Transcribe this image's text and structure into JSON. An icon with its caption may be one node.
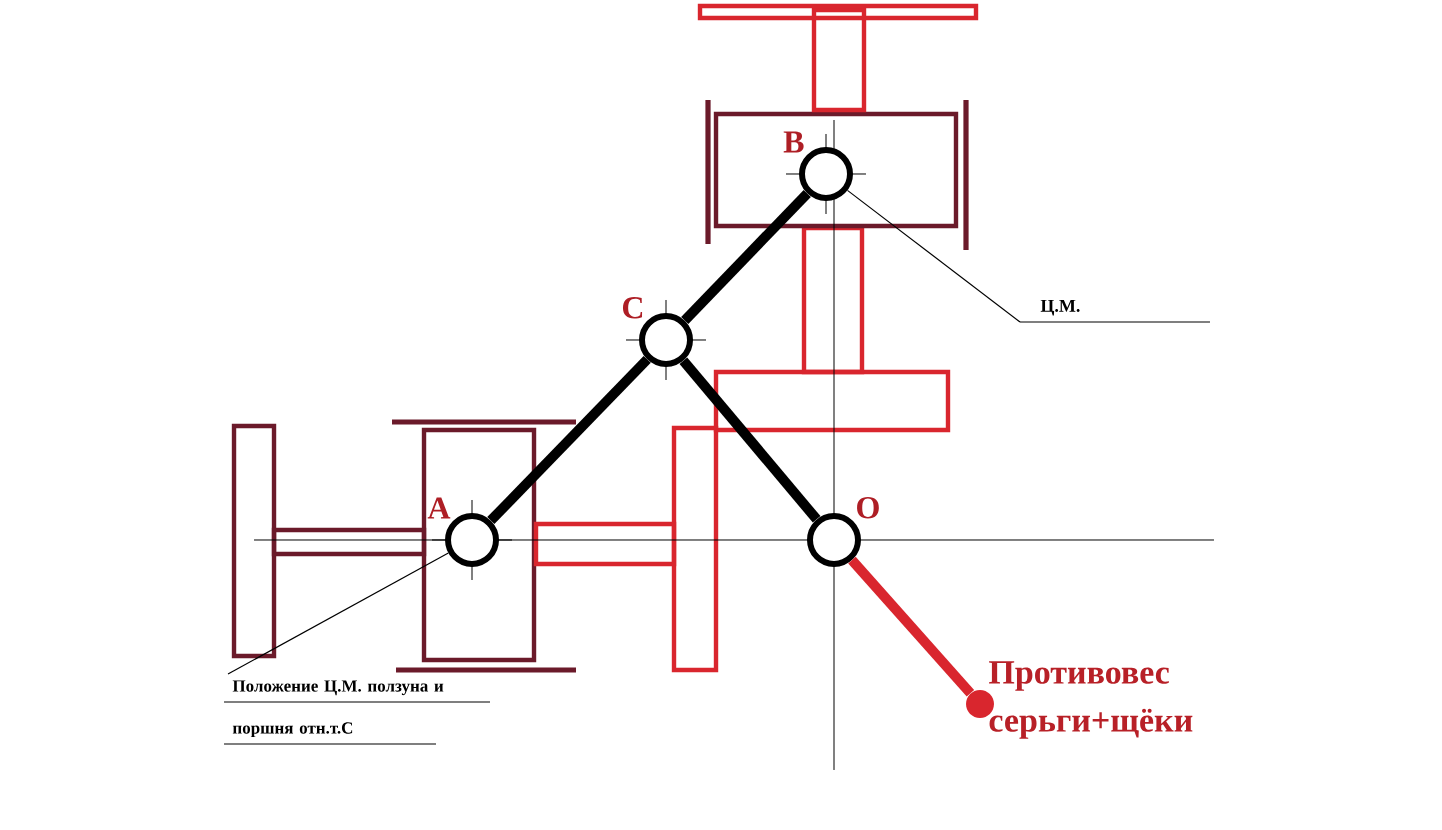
{
  "diagram": {
    "nodes": [
      {
        "text": [
          "A"
        ]
      },
      {
        "text": [
          "C"
        ]
      },
      {
        "text": [
          "B"
        ]
      },
      {
        "text": [
          "O"
        ]
      },
      {
        "text": [],
        "shape": "circle",
        "beside": [
          "Противовес серьги+щёки"
        ]
      },
      {
        "text": [
          "Ц.М."
        ]
      },
      {
        "text": [
          "Положение Ц.М. ползуна и поршня отн.т.С"
        ]
      }
    ],
    "edges": [
      {
        "from": 0,
        "to": 1,
        "arrow": "none"
      },
      {
        "from": 1,
        "to": 2,
        "arrow": "none"
      },
      {
        "from": 1,
        "to": 3,
        "arrow": "none"
      },
      {
        "from": 3,
        "to": 4,
        "arrow": "none",
        "color": "#d9262e"
      },
      {
        "from": 5,
        "to": 2,
        "arrow": "none"
      },
      {
        "from": 6,
        "to": 0,
        "arrow": "none"
      }
    ]
  }
}
